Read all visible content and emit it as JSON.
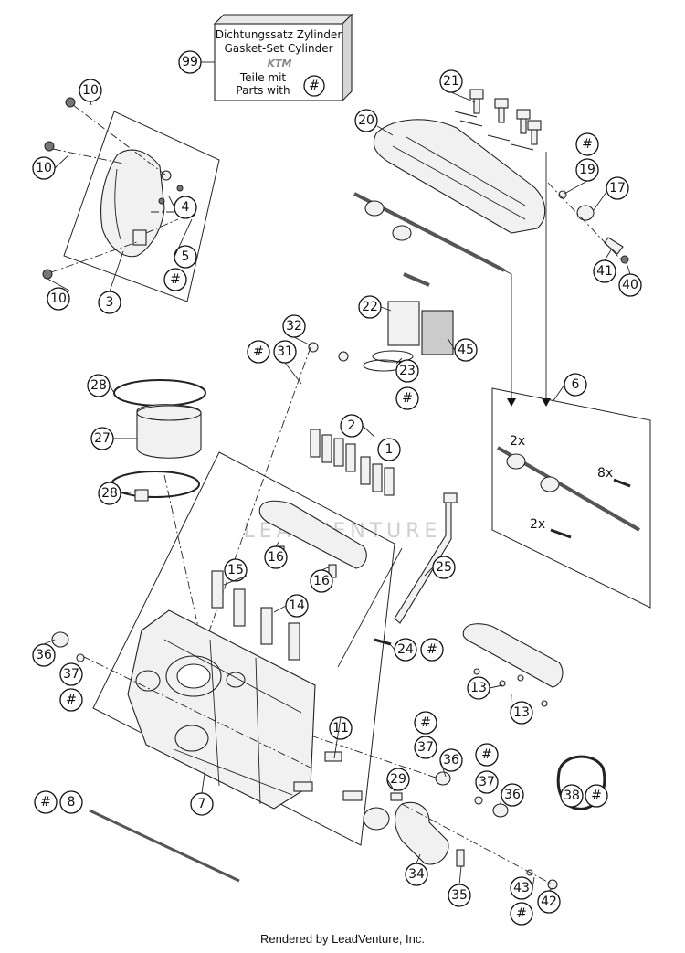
{
  "kit_box": {
    "line1": "Dichtungssatz Zylinder",
    "line2": "Gasket-Set Cylinder",
    "brand": "KTM",
    "line3": "Teile mit",
    "line4": "Parts with",
    "symbol": "#"
  },
  "callouts": {
    "c99": "99",
    "c10a": "10",
    "c10b": "10",
    "c10c": "10",
    "c4": "4",
    "c5": "5",
    "c5h": "#",
    "c3": "3",
    "c21": "21",
    "c20": "20",
    "c19h": "#",
    "c19": "19",
    "c17": "17",
    "c41": "41",
    "c40": "40",
    "c32": "32",
    "c31h": "#",
    "c31": "31",
    "c22": "22",
    "c45": "45",
    "c23": "23",
    "c23h": "#",
    "c28a": "28",
    "c27": "27",
    "c28b": "28",
    "c2": "2",
    "c1": "1",
    "c6": "6",
    "c16a": "16",
    "c16b": "16",
    "c15": "15",
    "c14": "14",
    "c25": "25",
    "c24": "24",
    "c24h": "#",
    "c13a": "13",
    "c13b": "13",
    "c36a": "36",
    "c37a": "37",
    "c37ah": "#",
    "c11": "11",
    "c37bh": "#",
    "c37b": "37",
    "c36b": "36",
    "c37ch": "#",
    "c37c": "37",
    "c36c": "36",
    "c38": "38",
    "c38h": "#",
    "c29": "29",
    "c8h": "#",
    "c8": "8",
    "c7": "7",
    "c34": "34",
    "c35": "35",
    "c43": "43",
    "c43h": "#",
    "c42": "42"
  },
  "kit6": {
    "q1": "2x",
    "q2": "8x",
    "q3": "2x"
  },
  "watermark": "LEADVENTURE",
  "footer": "Rendered by LeadVenture, Inc."
}
